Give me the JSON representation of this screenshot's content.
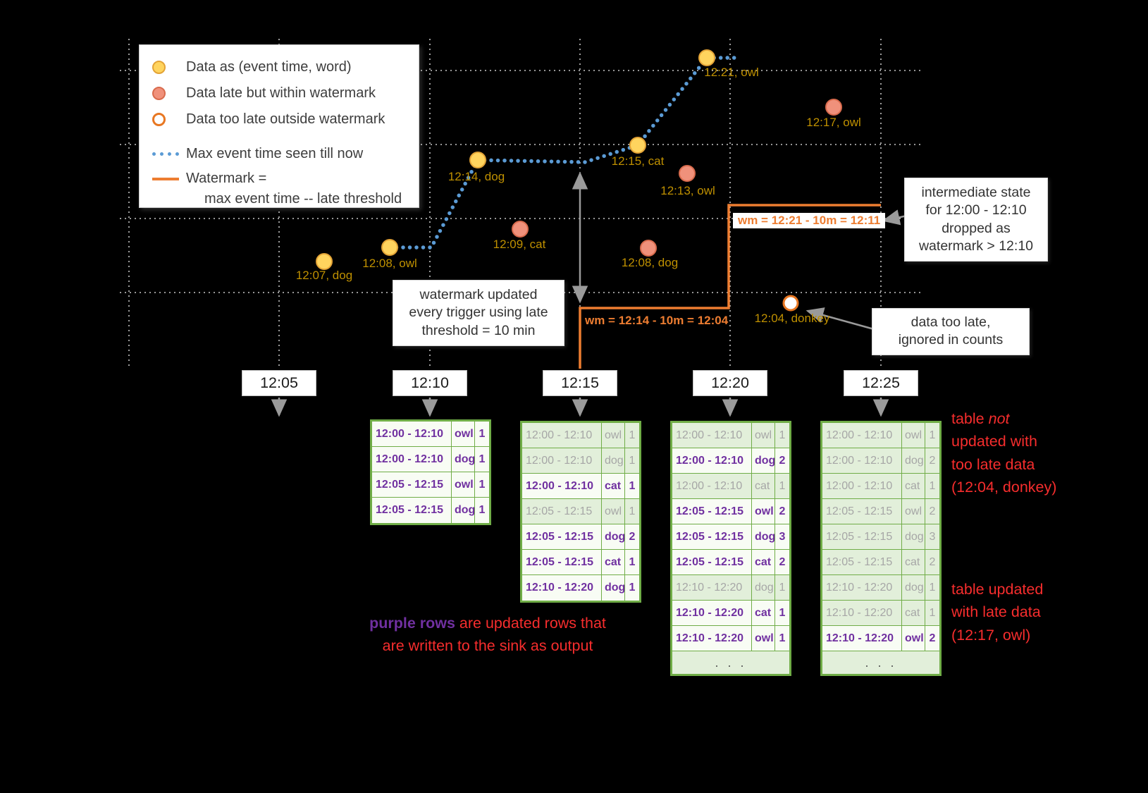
{
  "legend": {
    "item_ontime": "Data as (event time, word)",
    "item_late": "Data late but within watermark",
    "item_too_late": "Data too late outside watermark",
    "item_max_event": "Max event time seen till now",
    "item_watermark_line1": "Watermark =",
    "item_watermark_line2": "max event time -- late threshold"
  },
  "points": [
    {
      "label": "12:07, dog",
      "type": "ontime"
    },
    {
      "label": "12:08, owl",
      "type": "ontime"
    },
    {
      "label": "12:14, dog",
      "type": "ontime"
    },
    {
      "label": "12:15, cat",
      "type": "ontime"
    },
    {
      "label": "12:21, owl",
      "type": "ontime"
    },
    {
      "label": "12:09, cat",
      "type": "late"
    },
    {
      "label": "12:13, owl",
      "type": "late"
    },
    {
      "label": "12:08, dog",
      "type": "late"
    },
    {
      "label": "12:17, owl",
      "type": "late"
    },
    {
      "label": "12:04, donkey",
      "type": "too-late"
    }
  ],
  "watermark_labels": {
    "wm1": "wm = 12:14 - 10m = 12:04",
    "wm2": "wm = 12:21 - 10m = 12:11"
  },
  "callouts": {
    "trigger": "watermark updated\nevery trigger using late\nthreshold = 10 min",
    "intermediate": "intermediate state\nfor 12:00 - 12:10\ndropped as\nwatermark > 12:10",
    "too_late": "data too late,\nignored in counts"
  },
  "axis_ticks": [
    "12:05",
    "12:10",
    "12:15",
    "12:20",
    "12:25"
  ],
  "tables": [
    {
      "trigger_time": "12:10",
      "rows": [
        {
          "window": "12:00 - 12:10",
          "word": "owl",
          "count": "1",
          "updated": true
        },
        {
          "window": "12:00 - 12:10",
          "word": "dog",
          "count": "1",
          "updated": true
        },
        {
          "window": "12:05 - 12:15",
          "word": "owl",
          "count": "1",
          "updated": true
        },
        {
          "window": "12:05 - 12:15",
          "word": "dog",
          "count": "1",
          "updated": true
        }
      ],
      "ellipsis": ""
    },
    {
      "trigger_time": "12:15",
      "rows": [
        {
          "window": "12:00 - 12:10",
          "word": "owl",
          "count": "1",
          "updated": false
        },
        {
          "window": "12:00 - 12:10",
          "word": "dog",
          "count": "1",
          "updated": false
        },
        {
          "window": "12:00 - 12:10",
          "word": "cat",
          "count": "1",
          "updated": true
        },
        {
          "window": "12:05 - 12:15",
          "word": "owl",
          "count": "1",
          "updated": false
        },
        {
          "window": "12:05 - 12:15",
          "word": "dog",
          "count": "2",
          "updated": true
        },
        {
          "window": "12:05 - 12:15",
          "word": "cat",
          "count": "1",
          "updated": true
        },
        {
          "window": "12:10 - 12:20",
          "word": "dog",
          "count": "1",
          "updated": true
        }
      ],
      "ellipsis": ""
    },
    {
      "trigger_time": "12:20",
      "rows": [
        {
          "window": "12:00 - 12:10",
          "word": "owl",
          "count": "1",
          "updated": false
        },
        {
          "window": "12:00 - 12:10",
          "word": "dog",
          "count": "2",
          "updated": true
        },
        {
          "window": "12:00 - 12:10",
          "word": "cat",
          "count": "1",
          "updated": false
        },
        {
          "window": "12:05 - 12:15",
          "word": "owl",
          "count": "2",
          "updated": true
        },
        {
          "window": "12:05 - 12:15",
          "word": "dog",
          "count": "3",
          "updated": true
        },
        {
          "window": "12:05 - 12:15",
          "word": "cat",
          "count": "2",
          "updated": true
        },
        {
          "window": "12:10 - 12:20",
          "word": "dog",
          "count": "1",
          "updated": false
        },
        {
          "window": "12:10 - 12:20",
          "word": "cat",
          "count": "1",
          "updated": true
        },
        {
          "window": "12:10 - 12:20",
          "word": "owl",
          "count": "1",
          "updated": true
        }
      ],
      "ellipsis": ". . ."
    },
    {
      "trigger_time": "12:25",
      "rows": [
        {
          "window": "12:00 - 12:10",
          "word": "owl",
          "count": "1",
          "updated": false
        },
        {
          "window": "12:00 - 12:10",
          "word": "dog",
          "count": "2",
          "updated": false
        },
        {
          "window": "12:00 - 12:10",
          "word": "cat",
          "count": "1",
          "updated": false
        },
        {
          "window": "12:05 - 12:15",
          "word": "owl",
          "count": "2",
          "updated": false
        },
        {
          "window": "12:05 - 12:15",
          "word": "dog",
          "count": "3",
          "updated": false
        },
        {
          "window": "12:05 - 12:15",
          "word": "cat",
          "count": "2",
          "updated": false
        },
        {
          "window": "12:10 - 12:20",
          "word": "dog",
          "count": "1",
          "updated": false
        },
        {
          "window": "12:10 - 12:20",
          "word": "cat",
          "count": "1",
          "updated": false
        },
        {
          "window": "12:10 - 12:20",
          "word": "owl",
          "count": "2",
          "updated": true
        }
      ],
      "ellipsis": ". . ."
    }
  ],
  "notes": {
    "no_update_pre": "table ",
    "no_update_italic": "not",
    "no_update_post": "\nupdated with\ntoo late data\n(12:04, donkey)",
    "late_update": "table updated\nwith late data\n(12:17, owl)",
    "purple_highlight": "purple rows",
    "purple_rest": " are updated rows that\nare written to the sink as output"
  },
  "colors": {
    "ontime_fill": "#FFD45E",
    "late_fill": "#F0917B",
    "too_late_ring": "#E87722",
    "max_event_line": "#5B9BD5",
    "watermark_line": "#ED7D31",
    "point_label": "#BF9000",
    "table_green": "#70AD47",
    "updated_purple": "#7030A0",
    "note_red": "#F62D2D"
  }
}
